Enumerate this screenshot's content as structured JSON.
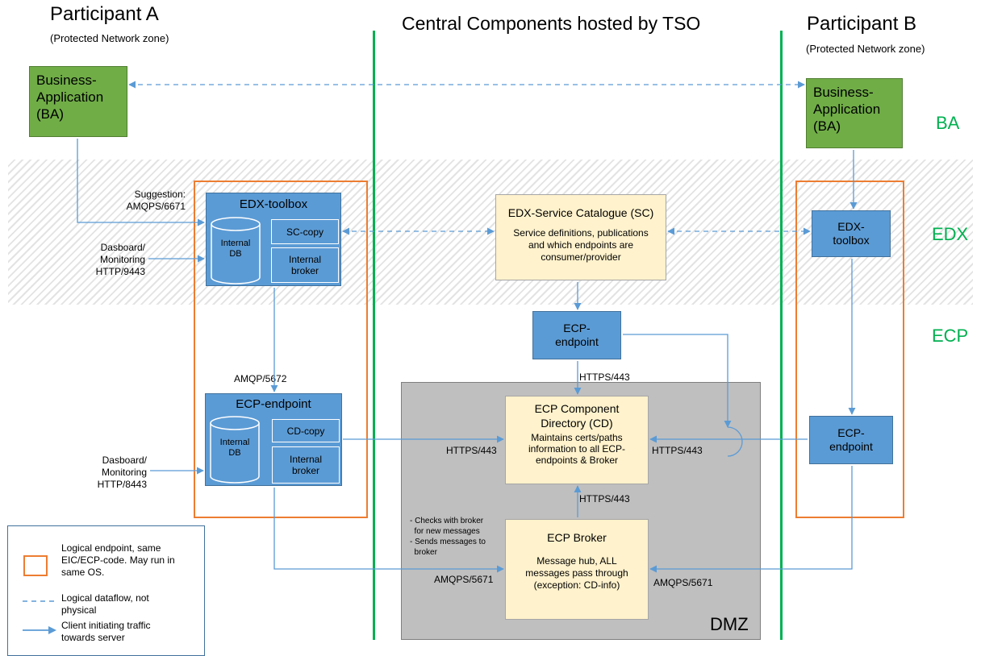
{
  "headers": {
    "participant_a": "Participant A",
    "participant_a_sub": "(Protected Network zone)",
    "central": "Central Components hosted by TSO",
    "participant_b": "Participant B",
    "participant_b_sub": "(Protected Network zone)"
  },
  "zones": {
    "ba": "BA",
    "edx": "EDX",
    "ecp": "ECP",
    "dmz": "DMZ"
  },
  "participant_a": {
    "ba_label": "Business-\nApplication\n(BA)",
    "edx_toolbox": {
      "title": "EDX-toolbox",
      "db": "Internal\nDB",
      "sc_copy": "SC-copy",
      "broker": "Internal\nbroker"
    },
    "ecp_endpoint": {
      "title": "ECP-endpoint",
      "db": "Internal\nDB",
      "cd_copy": "CD-copy",
      "broker": "Internal\nbroker"
    },
    "suggestion": "Suggestion:\nAMQPS/6671",
    "dashboard_edx": "Dasboard/\nMonitoring\nHTTP/9443",
    "dashboard_ecp": "Dasboard/\nMonitoring\nHTTP/8443",
    "amqp": "AMQP/5672"
  },
  "central": {
    "sc": {
      "title": "EDX-Service Catalogue (SC)",
      "desc": "Service definitions, publications\nand which endpoints are\nconsumer/provider"
    },
    "ecp_endpoint": "ECP-\nendpoint",
    "cd": {
      "title": "ECP Component\nDirectory (CD)",
      "desc": "Maintains certs/paths\ninformation to all ECP-\nendpoints & Broker"
    },
    "broker": {
      "title": "ECP Broker",
      "desc": "Message hub, ALL\nmessages pass through\n(exception: CD-info)"
    },
    "broker_note": "- Checks with broker\n  for new messages\n- Sends messages to\n  broker",
    "https_top": "HTTPS/443",
    "https_left": "HTTPS/443",
    "https_right": "HTTPS/443",
    "https_broker": "HTTPS/443",
    "amqps_left": "AMQPS/5671",
    "amqps_right": "AMQPS/5671"
  },
  "participant_b": {
    "ba_label": "Business-\nApplication\n(BA)",
    "edx_toolbox": "EDX-\ntoolbox",
    "ecp_endpoint": "ECP-\nendpoint"
  },
  "legend": {
    "logical_endpoint": "Logical endpoint, same\nEIC/ECP-code. May run in\nsame OS.",
    "logical_dataflow": "Logical dataflow, not\nphysical",
    "client_traffic": "Client initiating traffic\ntowards server"
  }
}
